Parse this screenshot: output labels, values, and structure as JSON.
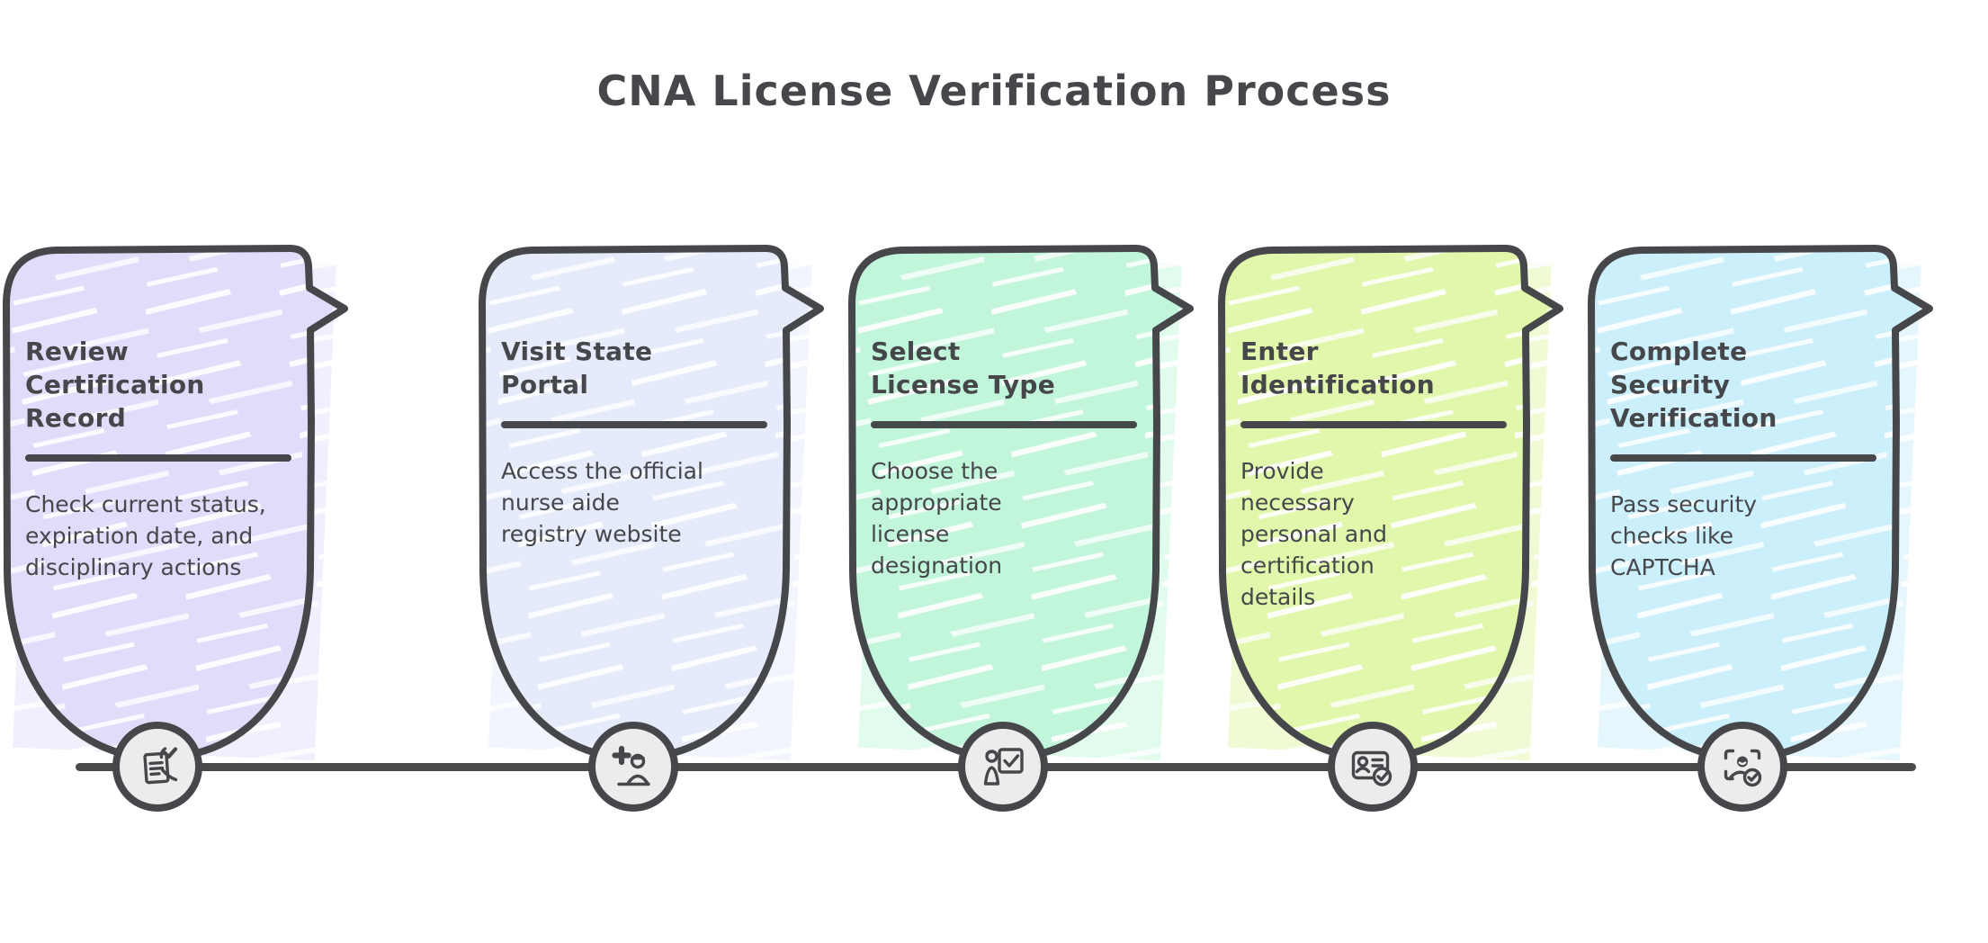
{
  "title": "CNA License Verification Process",
  "colors": {
    "ink": "#45474b",
    "connector_line": "#4a4a4a",
    "icon_badge_fill": "#ececec",
    "background": "#ffffff"
  },
  "steps": [
    {
      "title": "Visit State Portal",
      "description": "Access the official nurse aide registry website",
      "card_color": "#e5ebfb",
      "icon": "nurse-cross-icon"
    },
    {
      "title": "Select License Type",
      "description": "Choose the appropriate license designation",
      "card_color": "#c2f6db",
      "icon": "trainer-board-check-icon"
    },
    {
      "title": "Enter Identification",
      "description": "Provide necessary personal and certification details",
      "card_color": "#e1f7ab",
      "icon": "id-card-check-icon"
    },
    {
      "title": "Complete Security Verification",
      "description": "Pass security checks like CAPTCHA",
      "card_color": "#cbeffb",
      "icon": "face-scan-check-icon"
    },
    {
      "title": "Review Certification Record",
      "description": "Check current status, expiration date, and disciplinary actions",
      "card_color": "#e2dcfa",
      "icon": "document-review-check-icon"
    }
  ]
}
